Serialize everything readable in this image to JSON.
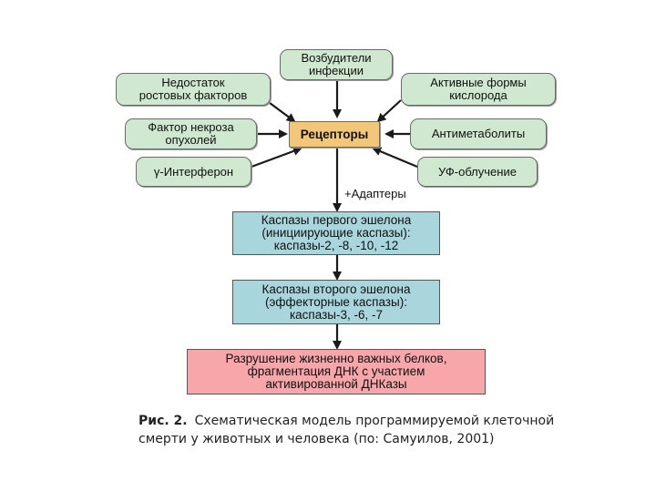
{
  "diagram": {
    "inputs": {
      "infection": "Возбудители\nинфекции",
      "growth_factors": "Недостаток\nростовых факторов",
      "ros": "Активные формы\nкислорода",
      "tnf": "Фактор некроза\nопухолей",
      "antimetabolites": "Антиметаболиты",
      "interferon": "γ-Интерферон",
      "uv": "УФ-облучение"
    },
    "receptors": "Рецепторы",
    "adapters": "+Адаптеры",
    "caspases_first": "Каспазы первого эшелона\n(инициирующие каспазы):\nкаспазы-2, -8, -10, -12",
    "caspases_second": "Каспазы второго эшелона\n(эффекторные каспазы):\nкаспазы-3, -6, -7",
    "destruction": "Разрушение жизненно важных белков,\nфрагментация ДНК с участием\nактивированной ДНКазы"
  },
  "caption": {
    "figure_label": "Рис. 2.",
    "text": "Схематическая модель программируемой клеточной смерти у животных и человека (по: Самуилов, 2001)"
  },
  "colors": {
    "input_fill": "#cfe8cf",
    "receptor_fill": "#f2c77a",
    "caspase_fill": "#a9d6dc",
    "destruction_fill": "#f7a7a9"
  }
}
